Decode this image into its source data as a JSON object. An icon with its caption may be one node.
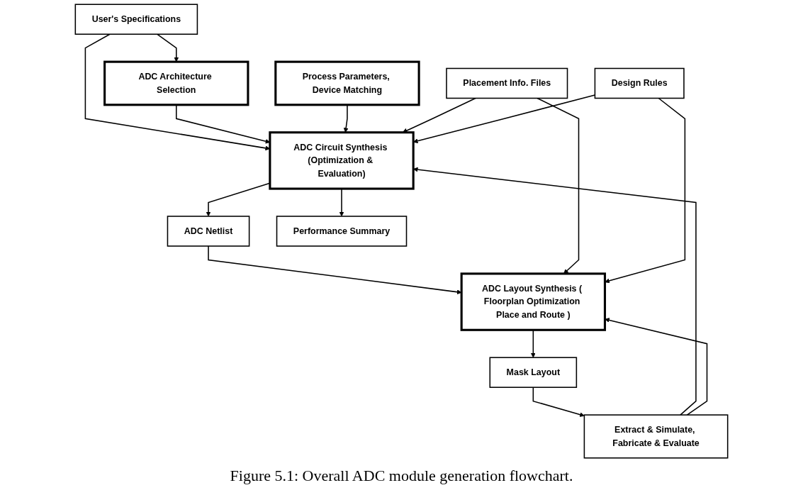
{
  "diagram": {
    "caption": "Figure 5.1: Overall ADC module generation flowchart.",
    "nodes": [
      {
        "text": [
          "User's Specifications"
        ]
      },
      {
        "text": [
          "ADC Architecture Selection"
        ]
      },
      {
        "text": [
          "Process Parameters, Device Matching"
        ]
      },
      {
        "text": [
          "ADC Circuit Synthesis (Optimization & Evaluation)"
        ]
      },
      {
        "text": [
          "ADC Netlist"
        ]
      },
      {
        "text": [
          "Performance Summary"
        ]
      },
      {
        "text": [
          "Placement Info. Files"
        ]
      },
      {
        "text": [
          "ADC Layout Synthesis ( Floorplan Optimization Place and Route )"
        ]
      },
      {
        "text": [
          "Design Rules"
        ]
      },
      {
        "text": [
          "Mask Layout"
        ]
      },
      {
        "text": [
          "Extract & Simulate, Fabricate & Evaluate"
        ]
      }
    ],
    "edges": [
      {
        "from": 0,
        "to": 1,
        "arrow": "to"
      },
      {
        "from": 0,
        "to": 3,
        "arrow": "to"
      },
      {
        "from": 1,
        "to": 3,
        "arrow": "to"
      },
      {
        "from": 2,
        "to": 3,
        "arrow": "to"
      },
      {
        "from": 6,
        "to": 3,
        "arrow": "to"
      },
      {
        "from": 8,
        "to": 3,
        "arrow": "to"
      },
      {
        "from": 3,
        "to": 4,
        "arrow": "to"
      },
      {
        "from": 3,
        "to": 5,
        "arrow": "to"
      },
      {
        "from": 4,
        "to": 7,
        "arrow": "to"
      },
      {
        "from": 6,
        "to": 7,
        "arrow": "to"
      },
      {
        "from": 8,
        "to": 7,
        "arrow": "to"
      },
      {
        "from": 7,
        "to": 9,
        "arrow": "to"
      },
      {
        "from": 9,
        "to": 10,
        "arrow": "to"
      },
      {
        "from": 10,
        "to": 3,
        "arrow": "to"
      },
      {
        "from": 10,
        "to": 7,
        "arrow": "to"
      }
    ]
  }
}
